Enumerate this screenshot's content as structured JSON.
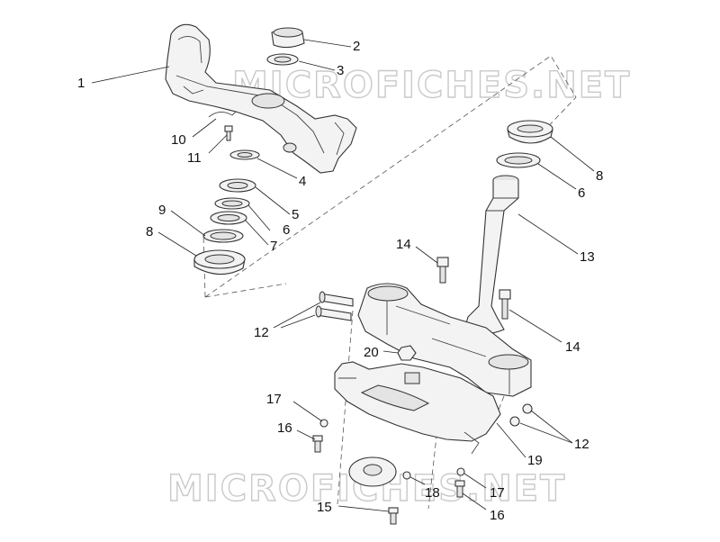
{
  "watermarks": [
    "MICROFICHES.NET",
    "MICROFICHES.NET"
  ],
  "callouts": [
    {
      "id": "c1",
      "text": "1"
    },
    {
      "id": "c2",
      "text": "2"
    },
    {
      "id": "c3",
      "text": "3"
    },
    {
      "id": "c4",
      "text": "4"
    },
    {
      "id": "c5",
      "text": "5"
    },
    {
      "id": "c6a",
      "text": "6"
    },
    {
      "id": "c7",
      "text": "7"
    },
    {
      "id": "c8a",
      "text": "8"
    },
    {
      "id": "c9",
      "text": "9"
    },
    {
      "id": "c10",
      "text": "10"
    },
    {
      "id": "c11",
      "text": "11"
    },
    {
      "id": "c8b",
      "text": "8"
    },
    {
      "id": "c6b",
      "text": "6"
    },
    {
      "id": "c13",
      "text": "13"
    },
    {
      "id": "c14a",
      "text": "14"
    },
    {
      "id": "c14b",
      "text": "14"
    },
    {
      "id": "c12a",
      "text": "12"
    },
    {
      "id": "c20",
      "text": "20"
    },
    {
      "id": "c12b",
      "text": "12"
    },
    {
      "id": "c17a",
      "text": "17"
    },
    {
      "id": "c16a",
      "text": "16"
    },
    {
      "id": "c19",
      "text": "19"
    },
    {
      "id": "c18",
      "text": "18"
    },
    {
      "id": "c17b",
      "text": "17"
    },
    {
      "id": "c16b",
      "text": "16"
    },
    {
      "id": "c15",
      "text": "15"
    }
  ]
}
